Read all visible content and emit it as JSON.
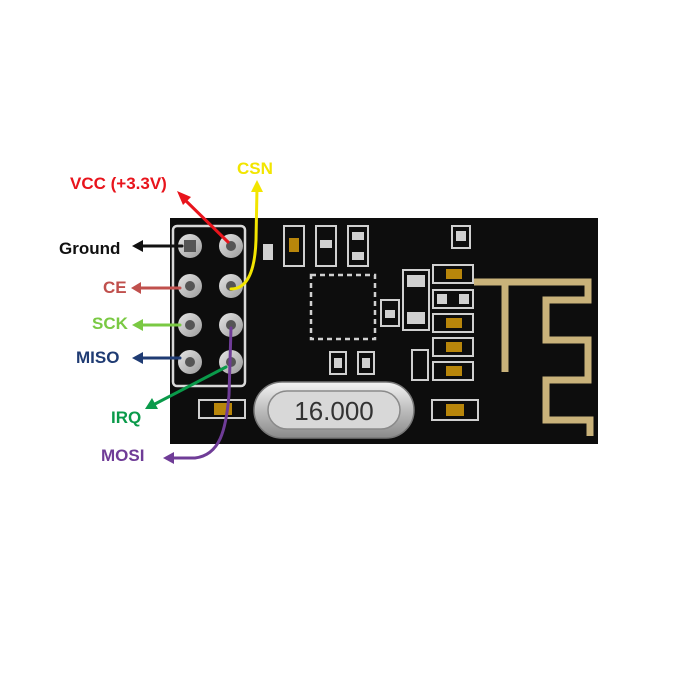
{
  "crystal": {
    "label": "16.000"
  },
  "pins": [
    {
      "key": "vcc",
      "label": "VCC (+3.3V)",
      "color": "#e8141c"
    },
    {
      "key": "ground",
      "label": "Ground",
      "color": "#111111"
    },
    {
      "key": "csn",
      "label": "CSN",
      "color": "#f2e500"
    },
    {
      "key": "ce",
      "label": "CE",
      "color": "#c0504d"
    },
    {
      "key": "sck",
      "label": "SCK",
      "color": "#7ac943"
    },
    {
      "key": "miso",
      "label": "MISO",
      "color": "#1f3b73"
    },
    {
      "key": "irq",
      "label": "IRQ",
      "color": "#0a9a4a"
    },
    {
      "key": "mosi",
      "label": "MOSI",
      "color": "#6f3c97"
    }
  ],
  "colors": {
    "board": "#0d0d0d",
    "trace": "#c9b27a",
    "silkscreen": "#d9d9d9",
    "component": "#d0d0d0"
  }
}
